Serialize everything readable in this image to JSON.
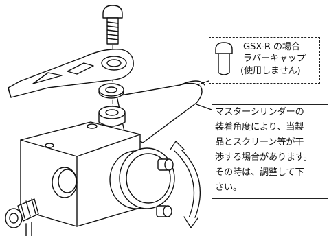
{
  "cap_callout": {
    "line1": "GSX-R の場合",
    "line2": "ラバーキャップ",
    "line3": "(使用しません)"
  },
  "note_callout": {
    "lines": [
      "マスターシリンダーの",
      "装着角度により、当製",
      "品とスクリーン等が干",
      "渉する場合があります。",
      "その時は、調整して下",
      "さい。"
    ]
  }
}
